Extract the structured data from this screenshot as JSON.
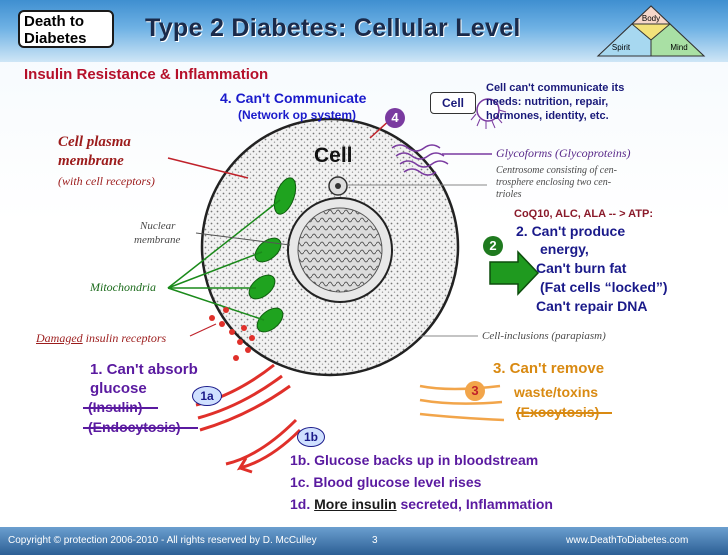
{
  "logo": {
    "line1": "Death to",
    "line2": "Diabetes"
  },
  "title": "Type 2 Diabetes: Cellular Level",
  "triangle": {
    "top": "Body",
    "left": "Spirit",
    "right": "Mind"
  },
  "section_title": "Insulin Resistance & Inflammation",
  "labels": {
    "cant_communicate": "4. Can't Communicate",
    "network": "(Network op system)",
    "badge4": "4",
    "cell_box": "Cell",
    "cell_needs_1": "Cell can't communicate its",
    "cell_needs_2": "needs: nutrition, repair,",
    "cell_needs_3": "hormones, identity, etc.",
    "membrane_1": "Cell plasma",
    "membrane_2": "membrane",
    "membrane_3": "(with cell receptors)",
    "cell_center": "Cell",
    "glycoforms": "Glycoforms (Glycoproteins)",
    "centrosome_1": "Centrosome consisting of cen-",
    "centrosome_2": "trosphere enclosing two cen-",
    "centrosome_3": "trioles",
    "nuclear_1": "Nuclear",
    "nuclear_2": "membrane",
    "mitochondria": "Mitochondria",
    "coq10": "CoQ10, ALC, ALA -- > ATP:",
    "energy_1": "2. Can't produce",
    "energy_2": "energy,",
    "energy_3": "Can't burn fat",
    "energy_4": "(Fat cells “locked”)",
    "energy_5": "Can't repair DNA",
    "badge2": "2",
    "damaged": "Damaged",
    "insulin_receptors": " insulin receptors",
    "cell_inclusions": "Cell-inclusions (parapiasm)",
    "absorb_1": "1. Can't absorb",
    "absorb_2": "glucose",
    "absorb_3": "(Insulin)",
    "absorb_4": "(Endocytosis)",
    "badge1a": "1a",
    "remove_1": "3. Can't remove",
    "remove_2": "waste/toxins",
    "remove_3": "(Exocytosis)",
    "badge3": "3",
    "badge1b": "1b",
    "b1": "1b. Glucose backs up in bloodstream",
    "c1": "1c. Blood glucose level rises",
    "d1_prefix": "1d. ",
    "d1_more": "More insulin",
    "d1_suffix": " secreted, Inflammation"
  },
  "footer": {
    "copyright": "Copyright © protection 2006-2010 - All rights reserved by D. McCulley",
    "page": "3",
    "url": "www.DeathToDiabetes.com"
  },
  "colors": {
    "header": "#3f8fd0",
    "mito": "#1fa31f",
    "arrow_red": "#e0302a",
    "arrow_green": "#1f9a1f",
    "arrow_orange": "#f2a54a",
    "footer": "#2c5f95"
  }
}
